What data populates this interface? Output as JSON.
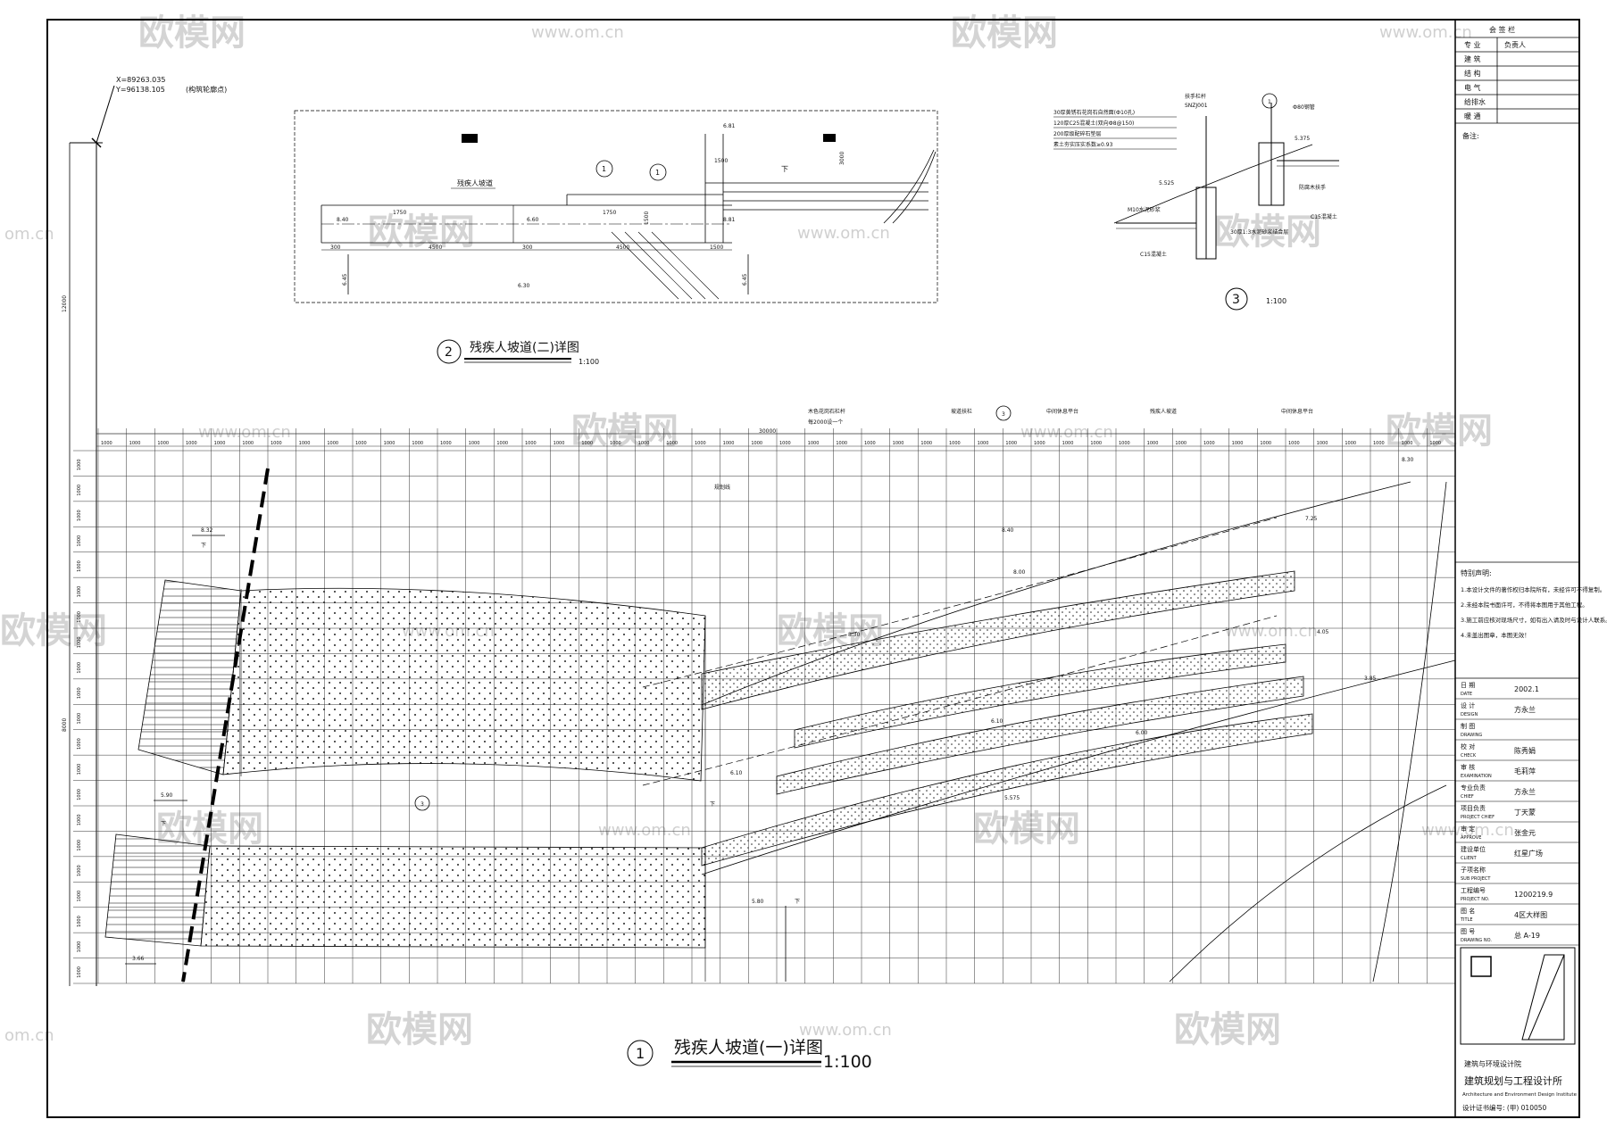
{
  "watermark": {
    "brand": "欧模网",
    "url": "www.om.cn",
    "url_short": "om.cn"
  },
  "titles": {
    "detail1": {
      "num": "1",
      "name": "残疾人坡道(一)详图",
      "scale": "1:100"
    },
    "detail2": {
      "num": "2",
      "name": "残疾人坡道(二)详图",
      "scale": "1:100"
    },
    "detail3": {
      "num": "3",
      "scale": "1:100"
    }
  },
  "labels": {
    "coord_x": "X=89263.035",
    "coord_y": "Y=96138.105",
    "coord_note": "(构筑轮廓点)",
    "ramp_label": "残疾人坡道",
    "ramp_label2": "残疾人坡道",
    "rest_platform": "中间休息平台",
    "rest_platform2": "中间休息平台",
    "rail_label": "坡道扶栏",
    "stone_note1": "木色花岗石栏杆",
    "stone_note2": "每2000设一个",
    "total_dim": "30000",
    "left_dim": "12000",
    "grid_label": "规划线",
    "vertical_dim": "8000",
    "grid_cell": "1000",
    "down": "下",
    "circ3": "3",
    "circ1": "1"
  },
  "elevations": {
    "e1": "8.30",
    "e2": "8.32",
    "e3": "8.40",
    "e4": "8.00",
    "e5": "5.90",
    "e6": "3.66",
    "e7": "6.10",
    "e8": "5.80",
    "e9": "7.25",
    "e10": "4.05",
    "e11": "3.85",
    "e12": "5.575",
    "e13": "6.00",
    "e14": "6.10",
    "e15": "8.30",
    "d2_e1": "8.40",
    "d2_e2": "8.81",
    "d2_e3": "6.60",
    "d2_e4": "6.30",
    "d2_e5": "6.45",
    "d2_e6": "6.45",
    "d2_e7": "6.81",
    "d3_e1": "5.525",
    "d3_e2": "5.375"
  },
  "detail2_dims": {
    "w1": "1750",
    "w2": "1750",
    "s1": "300",
    "s2": "4500",
    "s3": "300",
    "s4": "4500",
    "s5": "1500",
    "s6": "1500",
    "h1": "1500",
    "h2": "3000"
  },
  "detail3_notes": [
    "30厚黄锈石花岗石自然面(Ф10孔)",
    "120厚C25混凝土(双向Ф8@150)",
    "200厚级配碎石垫层",
    "素土夯实压实系数≥0.93",
    "扶手栏杆",
    "SNZJ001",
    "Ф80钢管",
    "C15混凝土",
    "防腐木扶手",
    "M10水泥砂浆",
    "30厚1:3水泥砂浆结合层",
    "C15混凝土"
  ],
  "title_block": {
    "header": "会  签  栏",
    "cols": [
      "专 业",
      "负责人"
    ],
    "sign_rows": [
      "建 筑",
      "结 构",
      "电 气",
      "给排水",
      "暖 通"
    ],
    "remarks_label": "备注:",
    "notes_title": "特别声明:",
    "notes": [
      "1.本设计文件的著作权归本院所有，未经许可不得复制。",
      "2.未经本院书面许可，不得将本图用于其他工程。",
      "3.施工前应核对现场尺寸，如有出入请及时与设计人联系。",
      "4.未盖出图章，本图无效！"
    ],
    "rows": [
      {
        "cn": "日 期",
        "en": "DATE",
        "value": "2002.1"
      },
      {
        "cn": "设 计",
        "en": "DESIGN",
        "value": "方永兰"
      },
      {
        "cn": "制 图",
        "en": "DRAWING",
        "value": ""
      },
      {
        "cn": "校 对",
        "en": "CHECK",
        "value": "陈秀娟"
      },
      {
        "cn": "审 核",
        "en": "EXAMINATION",
        "value": "毛莉萍"
      },
      {
        "cn": "专业负责",
        "en": "CHIEF",
        "value": "方永兰"
      },
      {
        "cn": "项目负责",
        "en": "PROJECT CHIEF",
        "value": "丁天蒙"
      },
      {
        "cn": "审 定",
        "en": "APPROVE",
        "value": "张金元"
      },
      {
        "cn": "建设单位",
        "en": "CLIENT",
        "value": "红星广场"
      },
      {
        "cn": "子项名称",
        "en": "SUB PROJECT",
        "value": ""
      },
      {
        "cn": "工程编号",
        "en": "PROJECT NO.",
        "value": "1200219.9"
      },
      {
        "cn": "图 名",
        "en": "TITLE",
        "value": "4区大样图"
      },
      {
        "cn": "图 号",
        "en": "DRAWING NO.",
        "value": "总 A-19"
      }
    ],
    "institute_cn": "建筑与环境设计院",
    "institute_line": "建筑规划与工程设计所",
    "institute_en": "Architecture and Environment Design Institute",
    "license": "设计证书编号: (甲) 010050"
  }
}
